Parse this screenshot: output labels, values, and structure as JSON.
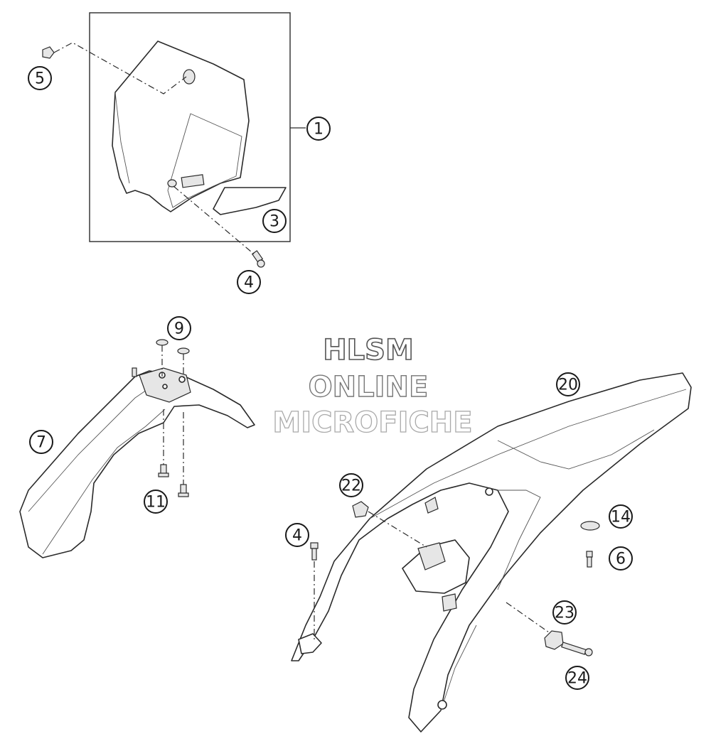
{
  "callouts": [
    {
      "id": "c1",
      "label": "1"
    },
    {
      "id": "c3",
      "label": "3"
    },
    {
      "id": "c4a",
      "label": "4"
    },
    {
      "id": "c5",
      "label": "5"
    },
    {
      "id": "c9",
      "label": "9"
    },
    {
      "id": "c7",
      "label": "7"
    },
    {
      "id": "c11",
      "label": "11"
    },
    {
      "id": "c20",
      "label": "20"
    },
    {
      "id": "c22",
      "label": "22"
    },
    {
      "id": "c4b",
      "label": "4"
    },
    {
      "id": "c14",
      "label": "14"
    },
    {
      "id": "c6",
      "label": "6"
    },
    {
      "id": "c23",
      "label": "23"
    },
    {
      "id": "c24",
      "label": "24"
    }
  ],
  "watermark": {
    "line1": "HLSM",
    "line2": "ONLINE",
    "line3": "MICROFICHE"
  }
}
